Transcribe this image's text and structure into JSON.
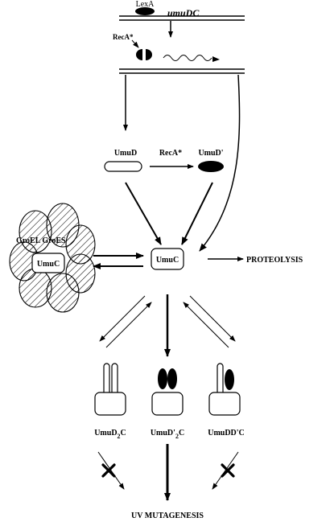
{
  "diagram": {
    "gene_label": "umuDC",
    "repressor_label": "LexA",
    "activator_label": "RecA*",
    "nodes": {
      "umud_label": "UmuD",
      "recA_label": "RecA*",
      "umud_prime_label": "UmuD'",
      "central_umuc_label": "UmuC",
      "chaperone_label": "GroEL GroES",
      "chaperone_inner_label": "UmuC",
      "proteolysis_label": "PROTEOLYSIS",
      "complex_left_label": "UmuD",
      "complex_left_sub": "2",
      "complex_left_suffix": "C",
      "complex_mid_label": "UmuD'",
      "complex_mid_sub": "2",
      "complex_mid_suffix": "C",
      "complex_right_label": "UmuDD'C",
      "outcome_label": "UV MUTAGENESIS"
    }
  },
  "colors": {
    "ink": "#000000",
    "paper": "#ffffff"
  },
  "icons": {
    "lexa": "oval-filled-icon",
    "reca": "split-oval-icon",
    "transcript": "wavy-arrow-icon",
    "block": "x-mark-icon"
  }
}
